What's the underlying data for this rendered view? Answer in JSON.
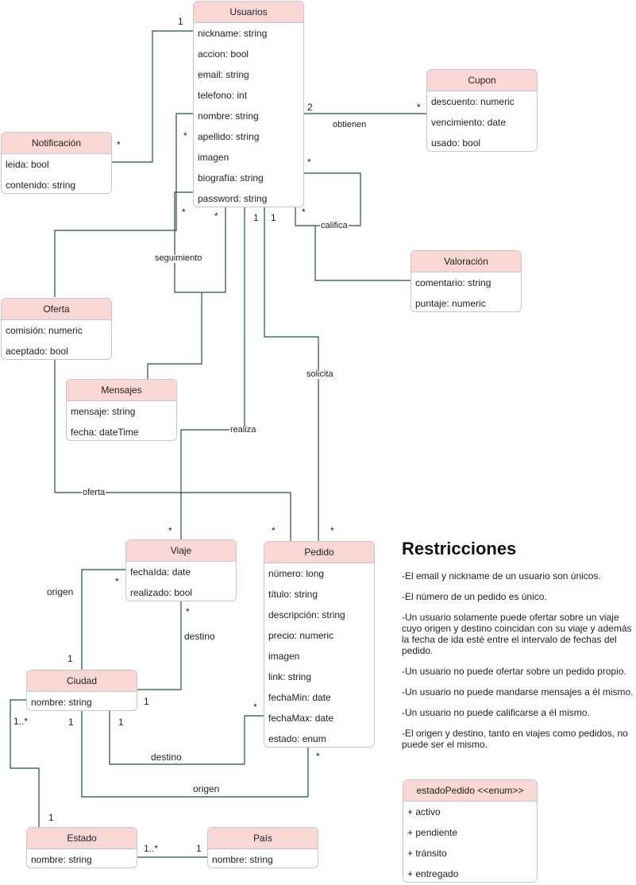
{
  "entities": {
    "usuarios": {
      "name": "Usuarios",
      "attributes": [
        "nickname: string",
        "accion: bool",
        "email: string",
        "telefono: int",
        "nombre: string",
        "apellido: string",
        "imagen",
        "biografía: string",
        "password: string"
      ]
    },
    "cupon": {
      "name": "Cupon",
      "attributes": [
        "descuento: numeric",
        "vencimiento: date",
        "usado: bool"
      ]
    },
    "notificacion": {
      "name": "Notificación",
      "attributes": [
        "leida: bool",
        "contenido: string"
      ]
    },
    "valoracion": {
      "name": "Valoración",
      "attributes": [
        "comentario: string",
        "puntaje: numeric"
      ]
    },
    "oferta": {
      "name": "Oferta",
      "attributes": [
        "comisión: numeric",
        "aceptado: bool"
      ]
    },
    "mensajes": {
      "name": "Mensajes",
      "attributes": [
        "mensaje: string",
        "fecha: dateTime"
      ]
    },
    "viaje": {
      "name": "Viaje",
      "attributes": [
        "fechaIda: date",
        "realizado: bool"
      ]
    },
    "pedido": {
      "name": "Pedido",
      "attributes": [
        "número: long",
        "título: string",
        "descripción: string",
        "precio: numeric",
        "imagen",
        "link: string",
        "fechaMin: date",
        "fechaMax: date",
        "estado: enum"
      ]
    },
    "ciudad": {
      "name": "Ciudad",
      "attributes": [
        "nombre: string"
      ]
    },
    "estado": {
      "name": "Estado",
      "attributes": [
        "nombre: string"
      ]
    },
    "pais": {
      "name": "País",
      "attributes": [
        "nombre: string"
      ]
    },
    "estado_pedido": {
      "name": "estadoPedido <<enum>>",
      "attributes": [
        "+ activo",
        "+ pendiente",
        "+ tránsito",
        "+ entregado"
      ]
    }
  },
  "relation_labels": {
    "obtienen": "obtienen",
    "califica": "califica",
    "seguimiento": "seguimiento",
    "solicita": "solicita",
    "realiza": "realiza",
    "oferta": "oferta",
    "origen_viaje": "origen",
    "destino_viaje": "destino",
    "destino_pedido": "destino",
    "origen_pedido": "origen"
  },
  "multiplicities": {
    "usr_notif": "1",
    "notif_usr": "*",
    "usr_cupon": "2",
    "cupon_usr": "*",
    "usr_oferta": "*",
    "califica_a": "*",
    "califica_b": "*",
    "seg_a": "*",
    "seg_b": "*",
    "realiza_usr": "1",
    "solicita_usr": "1",
    "viaje_realiza": "*",
    "pedido_oferta": "*",
    "pedido_solicita": "*",
    "viaje_origen": "*",
    "ciudad_origen_viaje": "1",
    "viaje_destino": "*",
    "ciudad_destino_viaje": "1",
    "pedido_destino": "*",
    "ciudad_destino_pedido": "1",
    "ciudad_origen_pedido": "1",
    "pedido_origen": "*",
    "ciudad_estado": "1..*",
    "estado_ciudad": "1",
    "estado_pais": "1..*",
    "pais_estado": "1"
  },
  "restrictions": {
    "title": "Restricciones",
    "items": [
      "-El email y nickname de un usuario son únicos.",
      "-El número de un pedido es único.",
      "-Un usuario solamente puede ofertar sobre un viaje cuyo origen y destino coincidan con su viaje y además la fecha de ida esté entre el intervalo de fechas del pedido.",
      "-Un usuario no puede ofertar sobre un pedido propio.",
      "-Un usuario no puede mandarse mensajes a él mismo.",
      "-Un usuario no puede calificarse a él mismo.",
      "-El origen y destino, tanto en viajes como pedidos, no puede ser el mismo."
    ]
  },
  "colors": {
    "header_fill": "#f8d7d4",
    "border": "#c9c4d8",
    "connector": "#1f4e5a"
  }
}
